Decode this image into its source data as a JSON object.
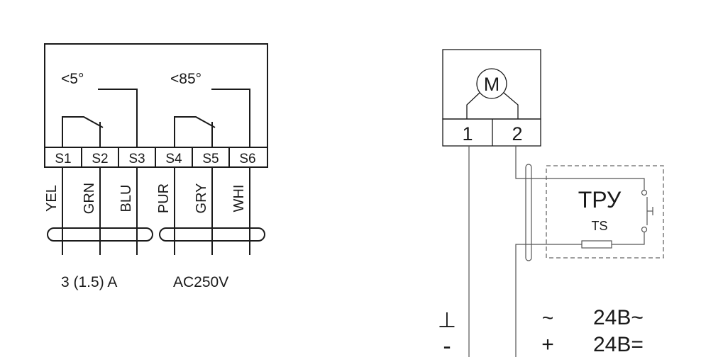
{
  "left_switch": {
    "angle_low": "<5°",
    "angle_high": "<85°",
    "terminals": [
      "S1",
      "S2",
      "S3",
      "S4",
      "S5",
      "S6"
    ],
    "wires": [
      "YEL",
      "GRN",
      "BLU",
      "PUR",
      "GRY",
      "WHI"
    ],
    "rating_current": "3 (1.5) A",
    "rating_voltage": "AC250V"
  },
  "motor": {
    "symbol": "M",
    "terminal_1": "1",
    "terminal_2": "2"
  },
  "thermostat": {
    "label": "ТРУ",
    "sublabel": "TS"
  },
  "power": {
    "ac_symbol": "~",
    "ac_label": "24B~",
    "dc_symbol": "+",
    "dc_label": "24B=",
    "ground_symbol": "⊥",
    "neg_symbol": "-"
  }
}
